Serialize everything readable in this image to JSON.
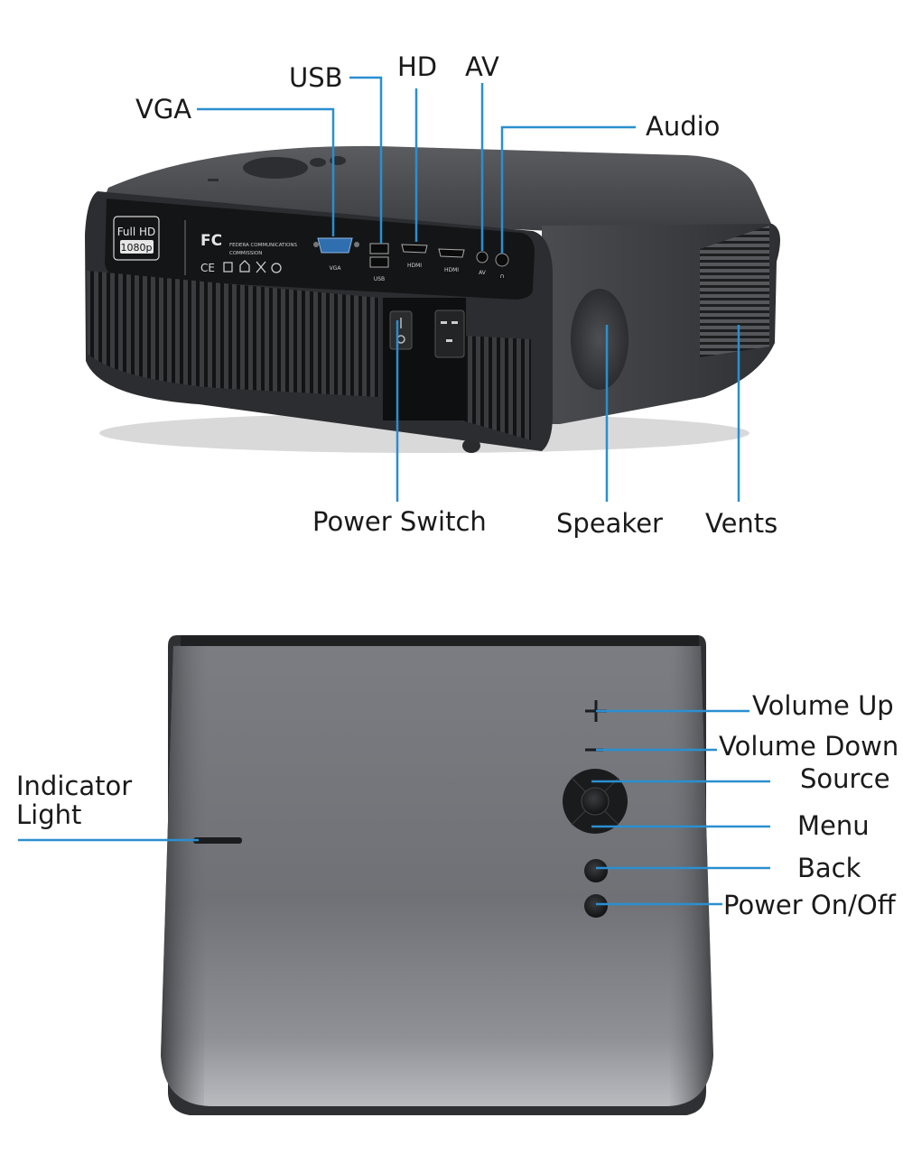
{
  "colors": {
    "leader_line": "#2a8fd0",
    "body_dark": "#3b3d40",
    "body_mid": "#6c6e72",
    "panel_black": "#141516",
    "background": "#ffffff"
  },
  "rear_view": {
    "labels": {
      "vga": "VGA",
      "usb": "USB",
      "hd": "HD",
      "av": "AV",
      "audio": "Audio",
      "power_switch": "Power Switch",
      "speaker": "Speaker",
      "vents": "Vents"
    },
    "panel_text": {
      "badge_top": "Full HD",
      "badge_bottom": "1080p",
      "fcc_logo": "FC",
      "fcc_line1": "FEDERA COMMUNICATIONS",
      "fcc_line2": "COMMISSION",
      "port_vga": "VGA",
      "port_usb": "USB",
      "port_hdmi1": "HDMI",
      "port_hdmi2": "HDMI",
      "port_av": "AV"
    }
  },
  "top_view": {
    "labels": {
      "indicator_line1": "Indicator",
      "indicator_line2": "Light",
      "volume_up": "Volume Up",
      "volume_down": "Volume Down",
      "source": "Source",
      "menu": "Menu",
      "back": "Back",
      "power": "Power On/Off"
    }
  }
}
